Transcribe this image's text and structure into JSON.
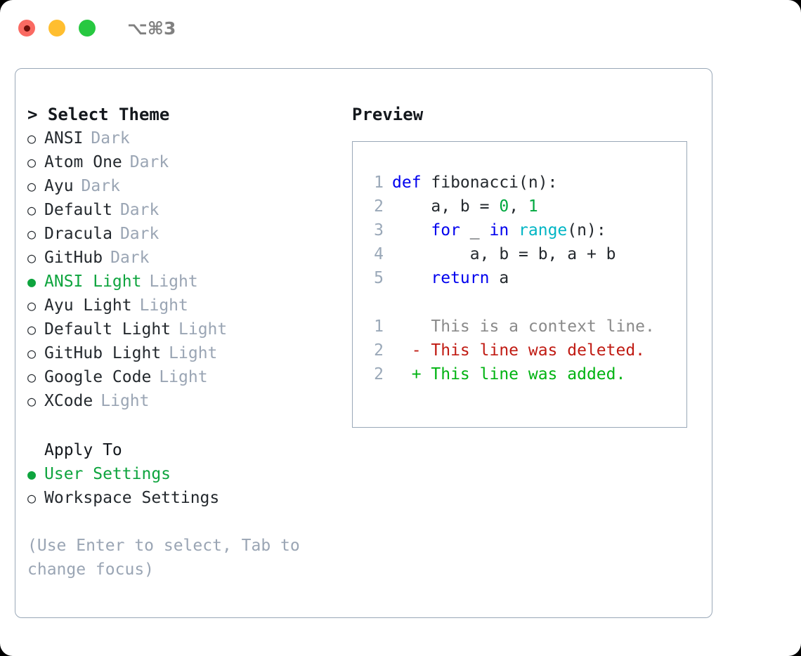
{
  "titlebar": {
    "lights": [
      {
        "name": "close-button",
        "color": "#fa6a62"
      },
      {
        "name": "minimize-button",
        "color": "#ffbe2f"
      },
      {
        "name": "maximize-button",
        "color": "#27c840"
      }
    ],
    "shortcut": "⌥⌘3"
  },
  "theme_panel": {
    "title": "> Select Theme",
    "options": [
      {
        "label": "ANSI",
        "variant": "Dark",
        "selected": false,
        "bullet": "○"
      },
      {
        "label": "Atom One",
        "variant": "Dark",
        "selected": false,
        "bullet": "○"
      },
      {
        "label": "Ayu",
        "variant": "Dark",
        "selected": false,
        "bullet": "○"
      },
      {
        "label": "Default",
        "variant": "Dark",
        "selected": false,
        "bullet": "○"
      },
      {
        "label": "Dracula",
        "variant": "Dark",
        "selected": false,
        "bullet": "○"
      },
      {
        "label": "GitHub",
        "variant": "Dark",
        "selected": false,
        "bullet": "○"
      },
      {
        "label": "ANSI Light",
        "variant": "Light",
        "selected": true,
        "bullet": "●"
      },
      {
        "label": "Ayu Light",
        "variant": "Light",
        "selected": false,
        "bullet": "○"
      },
      {
        "label": "Default Light",
        "variant": "Light",
        "selected": false,
        "bullet": "○"
      },
      {
        "label": "GitHub Light",
        "variant": "Light",
        "selected": false,
        "bullet": "○"
      },
      {
        "label": "Google Code",
        "variant": "Light",
        "selected": false,
        "bullet": "○"
      },
      {
        "label": "XCode",
        "variant": "Light",
        "selected": false,
        "bullet": "○"
      }
    ]
  },
  "apply_to": {
    "title": "Apply To",
    "options": [
      {
        "label": "User Settings",
        "selected": true,
        "bullet": "●"
      },
      {
        "label": "Workspace Settings",
        "selected": false,
        "bullet": "○"
      }
    ]
  },
  "hint": "(Use Enter to select, Tab to change focus)",
  "preview": {
    "title": "Preview",
    "code_lines": [
      {
        "no": "1",
        "tokens": [
          {
            "t": "def",
            "c": "kw"
          },
          {
            "t": " fibonacci(n):",
            "c": "plain"
          }
        ]
      },
      {
        "no": "2",
        "tokens": [
          {
            "t": "    a, b = ",
            "c": "plain"
          },
          {
            "t": "0",
            "c": "num"
          },
          {
            "t": ", ",
            "c": "plain"
          },
          {
            "t": "1",
            "c": "num"
          }
        ]
      },
      {
        "no": "3",
        "tokens": [
          {
            "t": "    ",
            "c": "plain"
          },
          {
            "t": "for",
            "c": "kw"
          },
          {
            "t": " _ ",
            "c": "plain"
          },
          {
            "t": "in",
            "c": "kw"
          },
          {
            "t": " ",
            "c": "plain"
          },
          {
            "t": "range",
            "c": "fn"
          },
          {
            "t": "(n):",
            "c": "plain"
          }
        ]
      },
      {
        "no": "4",
        "tokens": [
          {
            "t": "        a, b = b, a + b",
            "c": "plain"
          }
        ]
      },
      {
        "no": "5",
        "tokens": [
          {
            "t": "    ",
            "c": "plain"
          },
          {
            "t": "return",
            "c": "kw"
          },
          {
            "t": " a",
            "c": "plain"
          }
        ]
      }
    ],
    "diff_lines": [
      {
        "no": "1",
        "marker": " ",
        "text": " This is a context line.",
        "kind": "ctx"
      },
      {
        "no": "2",
        "marker": "-",
        "text": " This line was deleted.",
        "kind": "del"
      },
      {
        "no": "2",
        "marker": "+",
        "text": " This line was added.",
        "kind": "add"
      }
    ]
  }
}
